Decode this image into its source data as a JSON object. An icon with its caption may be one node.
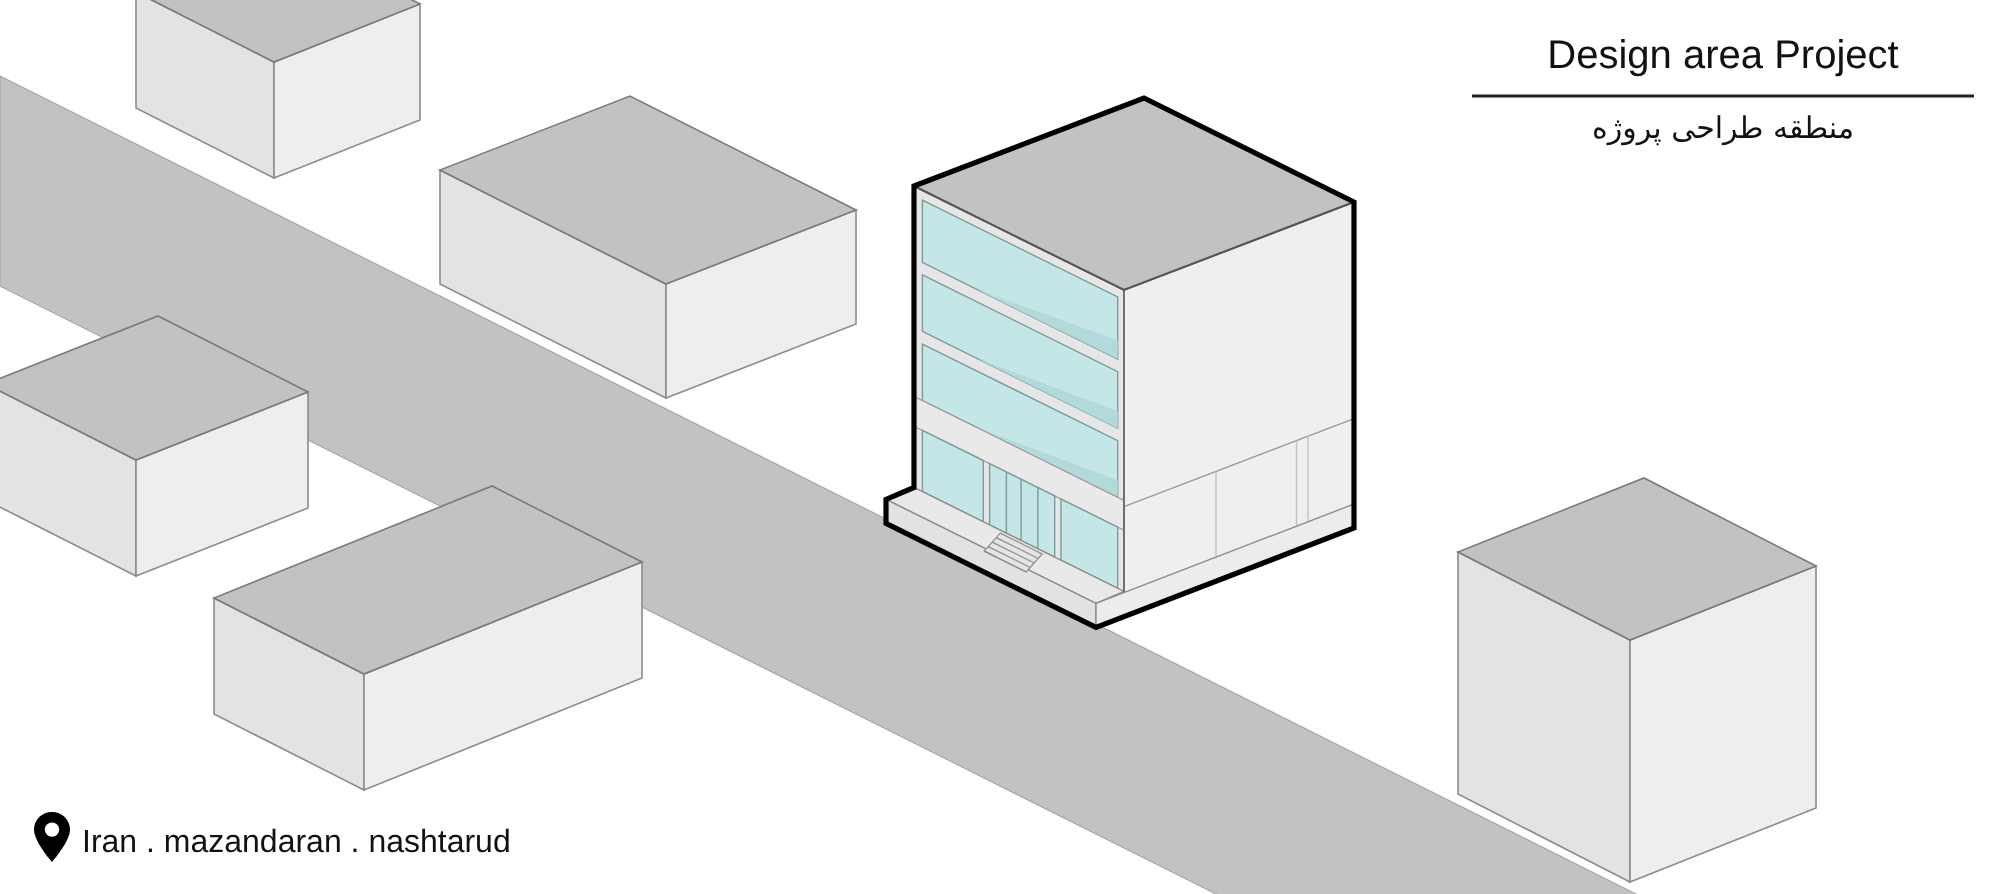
{
  "diagram": {
    "title": "Design area Project",
    "labels": [
      "منطقه طراحی پروژه",
      "Iran . mazandaran . nashtarud"
    ]
  }
}
